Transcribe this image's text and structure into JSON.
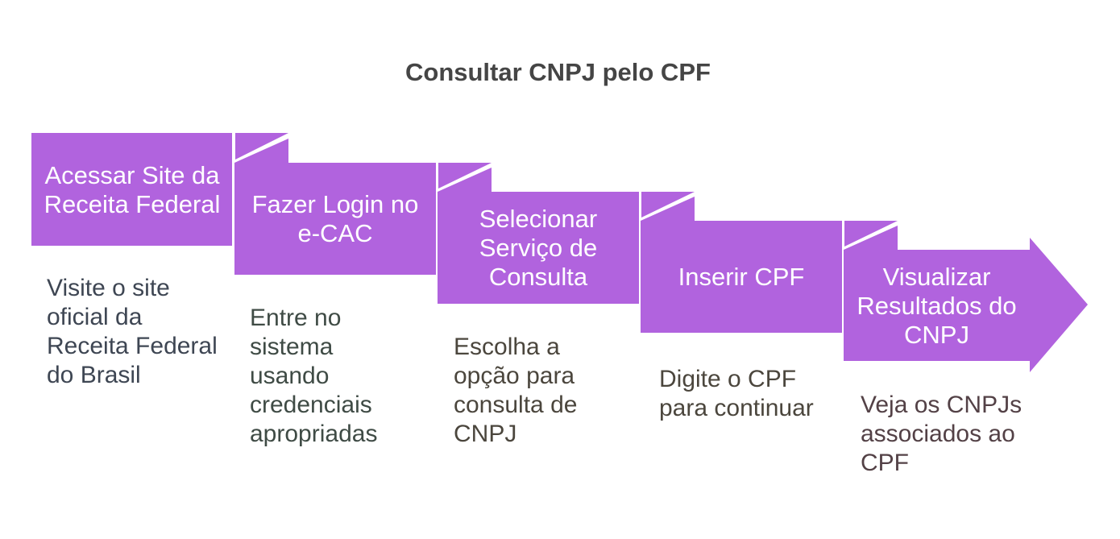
{
  "page": {
    "title": "Consultar CNPJ pelo CPF"
  },
  "colors": {
    "background": "#FFFFFF",
    "shape_fill": "#B163DE",
    "title_text": "#454545",
    "label_text": "#FFFFFF"
  },
  "diagram": {
    "type": "horizontal-step-flow-arrow",
    "step_count": 5,
    "steps": [
      {
        "index": 1,
        "label": "Acessar Site da\nReceita Federal",
        "description": "Visite o site\noficial da\nReceita Federal\ndo Brasil",
        "desc_color": "#3E4653"
      },
      {
        "index": 2,
        "label": "Fazer Login no\ne-CAC",
        "description": "Entre no\nsistema\nusando\ncredenciais\napropriadas",
        "desc_color": "#3F4B45"
      },
      {
        "index": 3,
        "label": "Selecionar\nServiço de\nConsulta",
        "description": "Escolha a\nopção para\nconsulta de\nCNPJ",
        "desc_color": "#4B463D"
      },
      {
        "index": 4,
        "label": "Inserir CPF",
        "description": "Digite o CPF\npara continuar",
        "desc_color": "#4B463D"
      },
      {
        "index": 5,
        "label": "Visualizar\nResultados do\nCNPJ",
        "description": "Veja os CNPJs\nassociados ao\nCPF",
        "desc_color": "#534146"
      }
    ]
  }
}
